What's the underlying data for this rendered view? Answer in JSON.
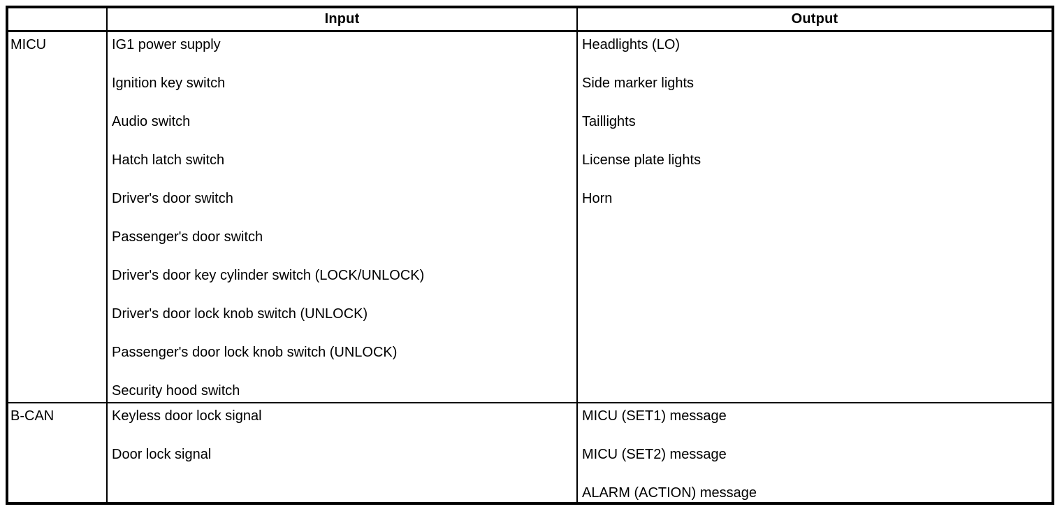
{
  "table": {
    "headers": {
      "input": "Input",
      "output": "Output"
    },
    "rows": [
      {
        "label": "MICU",
        "inputs": [
          "IG1 power supply",
          "Ignition key switch",
          "Audio switch",
          "Hatch latch switch",
          "Driver's door switch",
          "Passenger's door switch",
          "Driver's door key cylinder switch (LOCK/UNLOCK)",
          "Driver's door lock knob switch (UNLOCK)",
          "Passenger's door lock knob switch (UNLOCK)",
          "Security hood switch"
        ],
        "outputs": [
          "Headlights (LO)",
          "Side marker lights",
          "Taillights",
          "License plate lights",
          "Horn"
        ]
      },
      {
        "label": "B-CAN",
        "inputs": [
          "Keyless door lock signal",
          "Door lock signal"
        ],
        "outputs": [
          "MICU (SET1) message",
          "MICU (SET2) message",
          "ALARM (ACTION) message"
        ]
      }
    ],
    "colors": {
      "border": "#000000",
      "text": "#000000",
      "background": "#ffffff"
    }
  }
}
